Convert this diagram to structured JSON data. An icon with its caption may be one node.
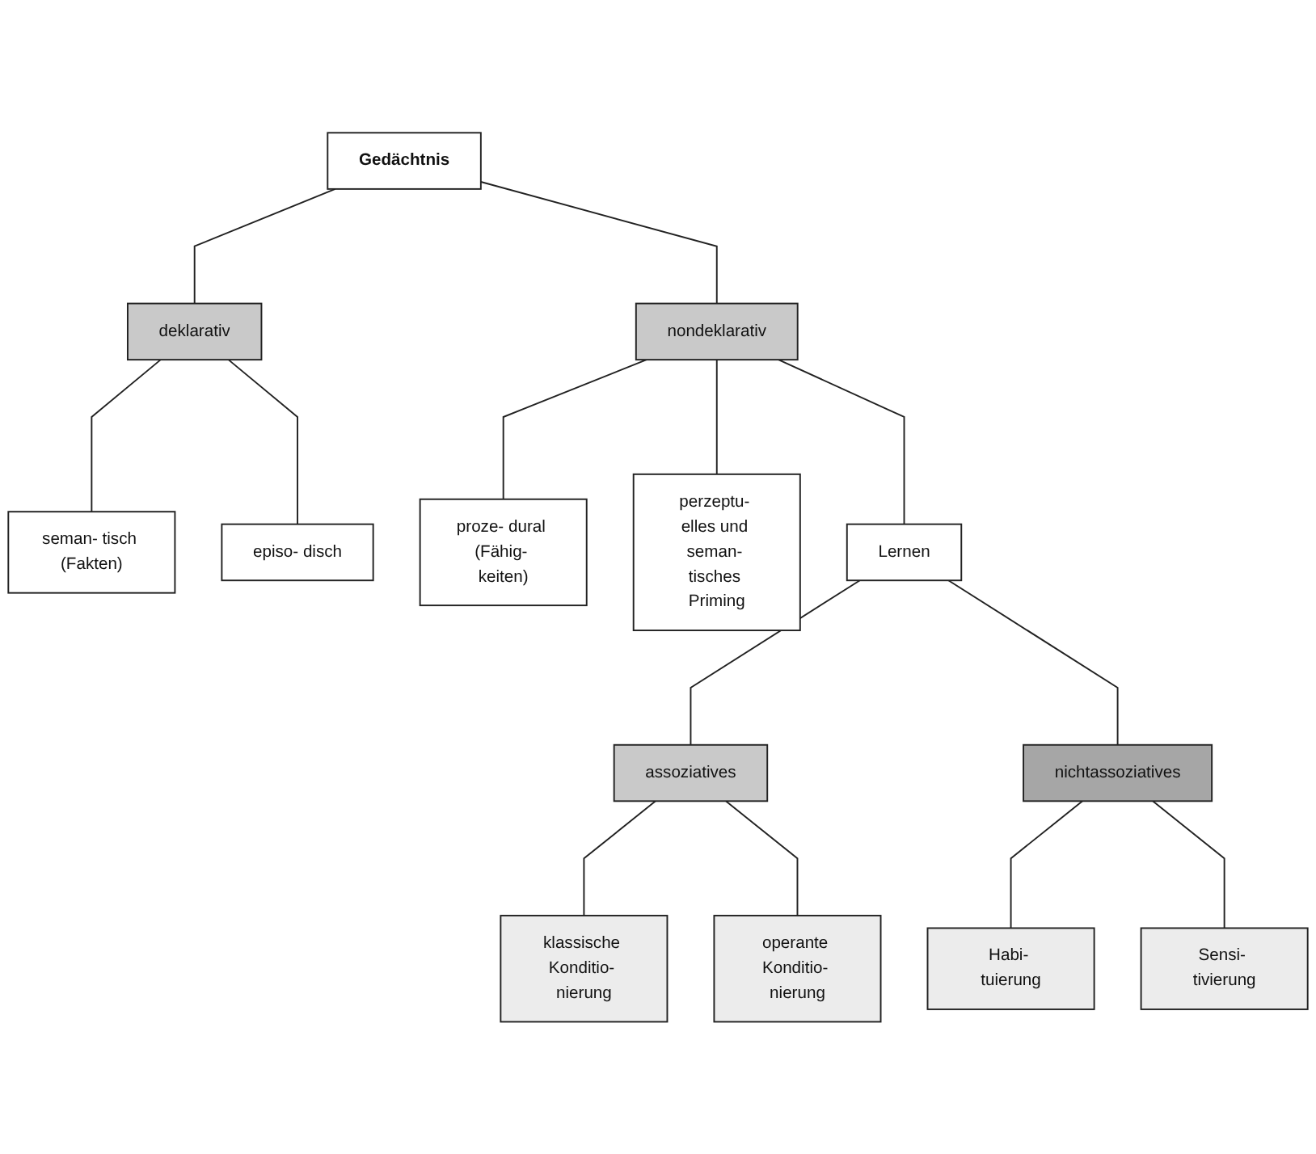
{
  "diagram": {
    "nodes": [
      {
        "text": [
          "Gedächtnis"
        ]
      },
      {
        "text": [
          "deklarativ"
        ]
      },
      {
        "text": [
          "nondeklarativ"
        ]
      },
      {
        "text": [
          "seman- tisch (Fakten)"
        ]
      },
      {
        "text": [
          "episo- disch"
        ]
      },
      {
        "text": [
          "proze- dural (Fähig- keiten)"
        ]
      },
      {
        "text": [
          "perzeptu- elles und seman- tisches Priming"
        ]
      },
      {
        "text": [
          "Lernen"
        ]
      },
      {
        "text": [
          "assoziatives"
        ]
      },
      {
        "text": [
          "nichtassoziatives"
        ]
      },
      {
        "text": [
          "klassische Konditio- nierung"
        ]
      },
      {
        "text": [
          "operante Konditio- nierung"
        ]
      },
      {
        "text": [
          "Habi- tuierung"
        ]
      },
      {
        "text": [
          "Sensi- tivierung"
        ]
      }
    ],
    "edges": [
      {
        "from": 0,
        "to": 1,
        "arrow": "none"
      },
      {
        "from": 0,
        "to": 2,
        "arrow": "none"
      },
      {
        "from": 1,
        "to": 3,
        "arrow": "none"
      },
      {
        "from": 1,
        "to": 4,
        "arrow": "none"
      },
      {
        "from": 2,
        "to": 5,
        "arrow": "none"
      },
      {
        "from": 2,
        "to": 6,
        "arrow": "none"
      },
      {
        "from": 2,
        "to": 7,
        "arrow": "none"
      },
      {
        "from": 7,
        "to": 8,
        "arrow": "none"
      },
      {
        "from": 7,
        "to": 9,
        "arrow": "none"
      },
      {
        "from": 8,
        "to": 10,
        "arrow": "none"
      },
      {
        "from": 8,
        "to": 11,
        "arrow": "none"
      },
      {
        "from": 9,
        "to": 12,
        "arrow": "none"
      },
      {
        "from": 9,
        "to": 13,
        "arrow": "none"
      }
    ]
  }
}
